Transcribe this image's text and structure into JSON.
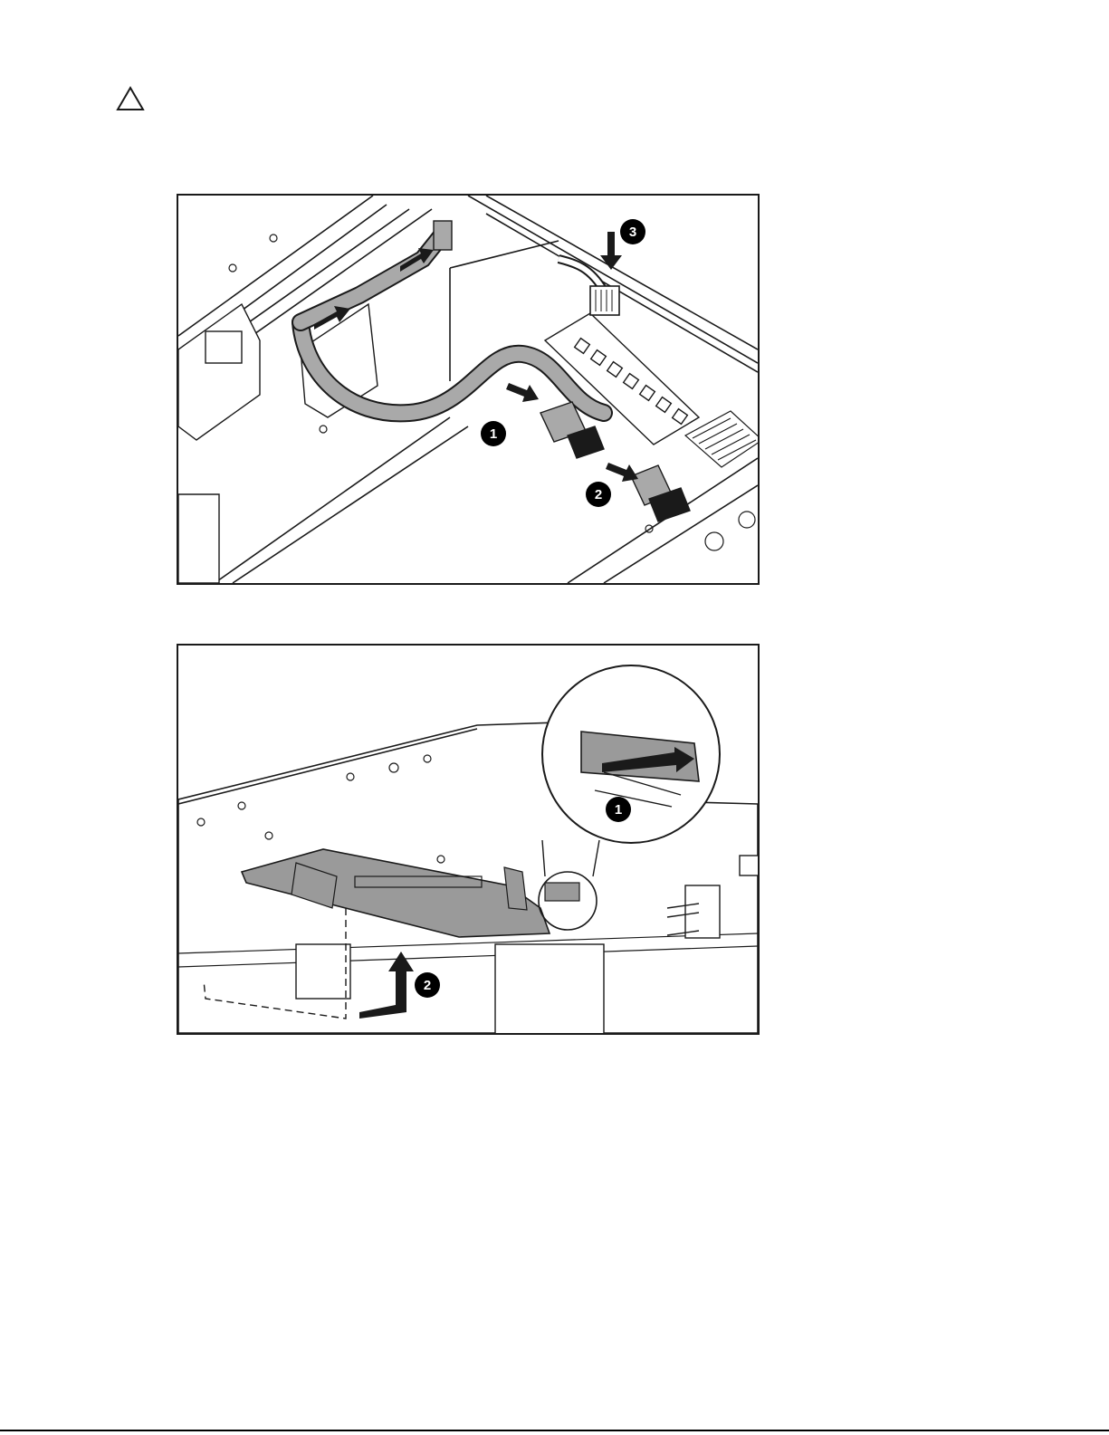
{
  "page": {
    "caution_icon": "caution-triangle-icon",
    "colors": {
      "line": "#1a1a1a",
      "cable_gray": "#a9a9a9",
      "part_gray": "#9a9a9a",
      "callout_fill": "#000000"
    }
  },
  "figure1": {
    "callouts": [
      {
        "label": "1"
      },
      {
        "label": "2"
      },
      {
        "label": "3"
      }
    ]
  },
  "figure2": {
    "callouts": [
      {
        "label": "1"
      },
      {
        "label": "2"
      }
    ]
  }
}
